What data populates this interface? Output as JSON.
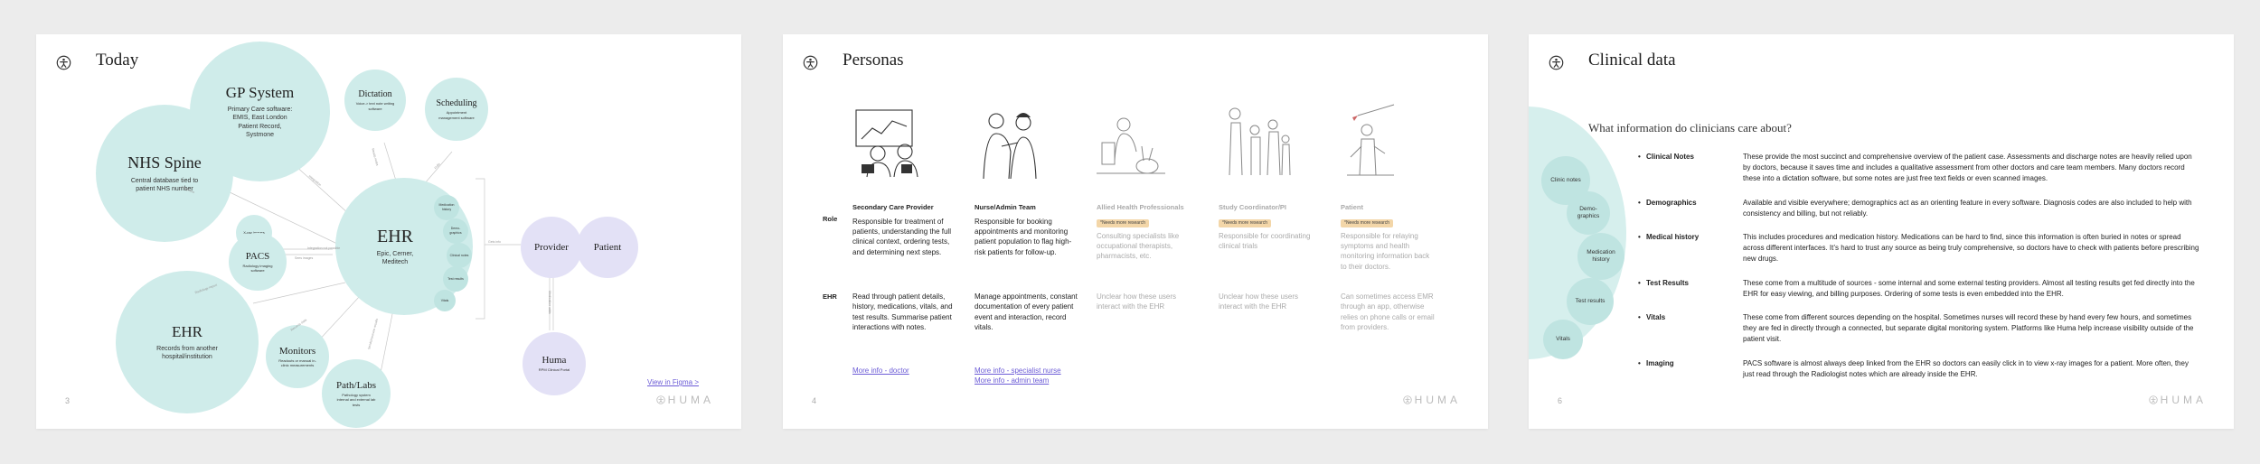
{
  "brand": "HUMA",
  "slides": [
    {
      "title": "Today",
      "page": "3",
      "link": "View in Figma >",
      "nodes": {
        "nhs": {
          "title": "NHS Spine",
          "desc": "Central database tied to patient NHS number"
        },
        "gp": {
          "title": "GP System",
          "desc": "Primary Care software: EMIS, East London Patient Record, Systmone"
        },
        "dictation": {
          "title": "Dictation",
          "desc": "Voice-> text note writing software"
        },
        "scheduling": {
          "title": "Scheduling",
          "desc": "Appointment management software"
        },
        "pacs": {
          "title": "PACS",
          "desc": "Radiology imaging software"
        },
        "xray": {
          "title": "X-ray images"
        },
        "ehr_main": {
          "title": "EHR",
          "desc": "Epic, Cerner, Meditech"
        },
        "ehr_sub": [
          "Medication history",
          "Demo-graphics",
          "Clinical notes",
          "Test results",
          "Vitals"
        ],
        "ehr_other": {
          "title": "EHR",
          "desc": "Records from another hospital/institution"
        },
        "monitors": {
          "title": "Monitors",
          "desc": "Readouts or manual in-clinic measurements"
        },
        "pathlabs": {
          "title": "Path/Labs",
          "desc": "Pathology system internal and external lab tests"
        },
        "provider": {
          "title": "Provider"
        },
        "patient": {
          "title": "Patient"
        },
        "huma": {
          "title": "Huma",
          "desc": "RPM Clinical Portal"
        }
      },
      "line_labels": [
        "Integration not possible",
        "Integrates",
        "Sees images",
        "Records data",
        "Sends/receives results",
        "Gets info",
        "Radiology report",
        "Integration",
        "Reads notes",
        "Pulls",
        "Medication adds"
      ]
    },
    {
      "title": "Personas",
      "page": "4",
      "row_labels": [
        "Role",
        "EHR"
      ],
      "personas": [
        {
          "name": "Secondary Care Provider",
          "badge": "",
          "role": "Responsible for treatment of patients, understanding the full clinical context, ordering tests, and determining next steps.",
          "ehr": "Read through patient details, history, medications, vitals, and test results. Summarise patient interactions with notes.",
          "links": [
            "More info - doctor"
          ]
        },
        {
          "name": "Nurse/Admin Team",
          "badge": "",
          "role": "Responsible for booking appointments and monitoring patient population to flag high-risk patients for follow-up.",
          "ehr": "Manage appointments, constant documentation of every patient event and interaction, record vitals.",
          "links": [
            "More info - specialist nurse",
            "More info - admin team"
          ]
        },
        {
          "name": "Allied Health Professionals",
          "badge": "*Needs more research",
          "role": "Consulting specialists like occupational therapists, pharmacists, etc.",
          "ehr": "Unclear how these users interact with the EHR",
          "links": []
        },
        {
          "name": "Study Coordinator/PI",
          "badge": "*Needs more research",
          "role": "Responsible for coordinating clinical trials",
          "ehr": "Unclear how these users interact with the EHR",
          "links": []
        },
        {
          "name": "Patient",
          "badge": "*Needs more research",
          "role": "Responsible for relaying symptoms and health monitoring information back to their doctors.",
          "ehr": "Can sometimes access EMR through an app, otherwise relies on phone calls or email from providers.",
          "links": []
        }
      ]
    },
    {
      "title": "Clinical data",
      "page": "6",
      "subtitle": "What information do clinicians care about?",
      "bubbles": [
        "Clinic notes",
        "Demo-graphics",
        "Medication history",
        "Test results",
        "Vitals"
      ],
      "rows": [
        {
          "k": "Clinical Notes",
          "v": "These provide the most succinct and comprehensive overview of the patient case. Assessments and discharge notes are heavily relied upon by doctors, because it saves time and includes a qualitative assessment from other doctors and care team members. Many doctors record these into a dictation software, but some notes are just free text fields or even scanned images."
        },
        {
          "k": "Demographics",
          "v": "Available and visible everywhere; demographics act as an orienting feature in every software. Diagnosis codes are also included to help with consistency and billing, but not reliably."
        },
        {
          "k": "Medical history",
          "v": "This includes procedures and medication history. Medications can be hard to find, since this information is often buried in notes or spread across different interfaces. It’s hard to trust any source as being truly comprehensive, so doctors have to check with patients before prescribing new drugs."
        },
        {
          "k": "Test Results",
          "v": "These come from a multitude of sources - some internal and some external testing providers. Almost all testing results get fed directly into the EHR for easy viewing, and billing purposes. Ordering of some tests is even embedded into the EHR."
        },
        {
          "k": "Vitals",
          "v": "These come from different sources depending on the hospital. Sometimes nurses will record these by hand every few hours, and sometimes they are fed in directly through a connected, but separate digital monitoring system. Platforms like Huma help increase visibility outside of the patient visit."
        },
        {
          "k": "Imaging",
          "v": "PACS software is almost always deep linked from the EHR so doctors can easily click in to view x-ray images for a patient. More often, they just read through the Radiologist notes which are already inside the EHR."
        }
      ]
    }
  ]
}
